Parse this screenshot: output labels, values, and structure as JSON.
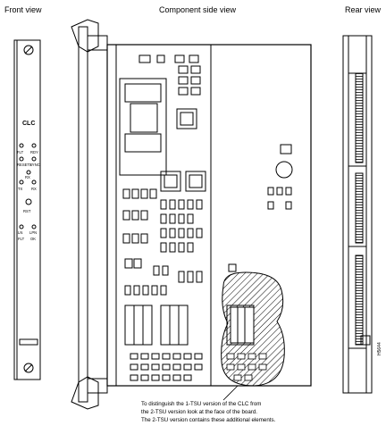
{
  "views": {
    "front": "Front view",
    "component": "Component side view",
    "rear": "Rear view"
  },
  "front_panel": {
    "name": "CLC",
    "leds_row1_left": "FLT",
    "leds_row1_right": "RDY",
    "leds_row2_left": "RESETS",
    "leds_row2_right": "SYNC",
    "leds_row3": "RX",
    "leds_row4_left": "TX",
    "leds_row4_right": "RX",
    "reset_label": "RST",
    "leds_row5_left": "LN",
    "leds_row5_right": "LPN",
    "leds_row6_left": "FLT",
    "leds_row6_right": "OK"
  },
  "figure_id": "H5644",
  "caption_lines": [
    "To distinguish the 1-TSU version of the CLC from",
    "the 2-TSU version look at the face of the board.",
    "The 2-TSU version contains these additional elements."
  ]
}
